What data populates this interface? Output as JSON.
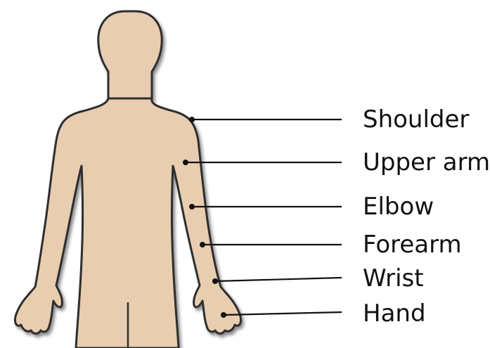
{
  "diagram": {
    "colors": {
      "skin": "#e8cdb0",
      "outline": "#2d2d2d",
      "leader_line": "#111111",
      "shadow": "#9a9a9a"
    },
    "labels": [
      {
        "key": "shoulder",
        "text": "Shoulder"
      },
      {
        "key": "upper-arm",
        "text": "Upper arm"
      },
      {
        "key": "elbow",
        "text": "Elbow"
      },
      {
        "key": "forearm",
        "text": "Forearm"
      },
      {
        "key": "wrist",
        "text": "Wrist"
      },
      {
        "key": "hand",
        "text": "Hand"
      }
    ]
  }
}
